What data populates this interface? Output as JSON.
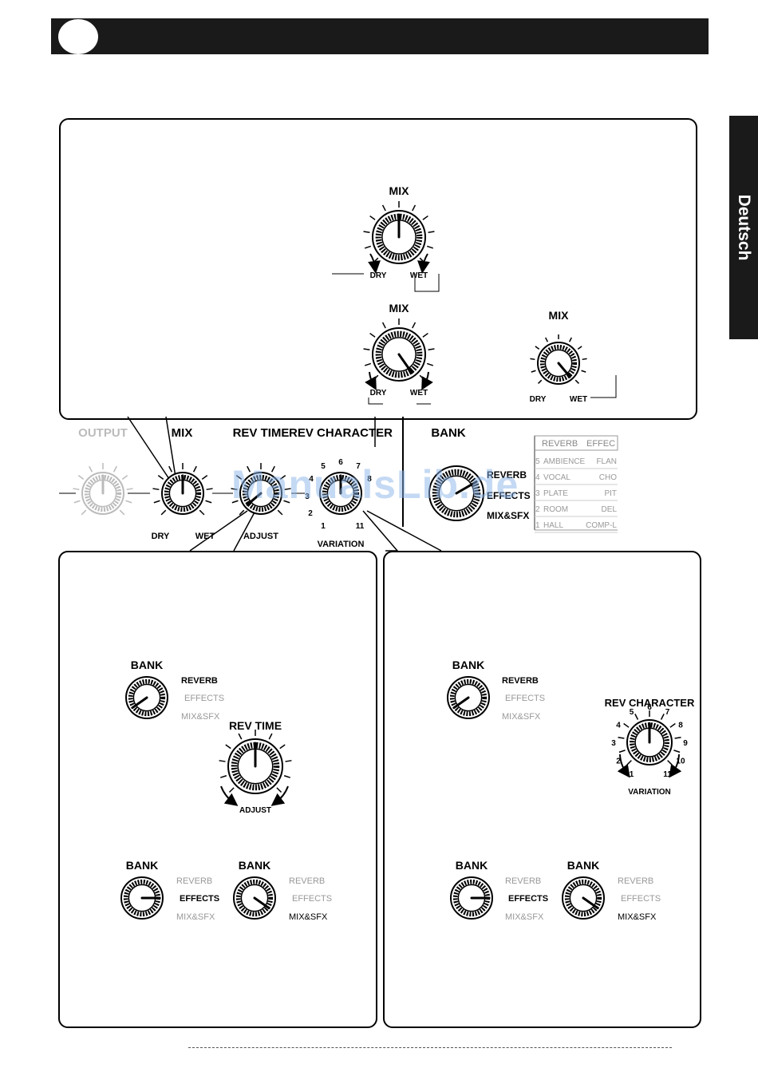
{
  "side_tab": {
    "label": "Deutsch"
  },
  "watermark": "ManualsLib.de",
  "top_box": {
    "knob1": {
      "title": "MIX",
      "left": "DRY",
      "right": "WET"
    },
    "knob2": {
      "title": "MIX",
      "left": "DRY",
      "right": "WET"
    },
    "knob3": {
      "title": "MIX",
      "left": "DRY",
      "right": "WET"
    }
  },
  "panel": {
    "output": "OUTPUT",
    "mix": "MIX",
    "mix_dry": "DRY",
    "mix_wet": "WET",
    "rev_time": "REV TIME",
    "adjust": "ADJUST",
    "rev_character": "REV CHARACTER",
    "variation": "VARIATION",
    "scale": [
      "1",
      "2",
      "3",
      "4",
      "5",
      "6",
      "7",
      "8",
      "11"
    ],
    "bank": "BANK",
    "bank_options": [
      "REVERB",
      "EFFECTS",
      "MIX&SFX"
    ],
    "table_header": [
      "REVERB",
      "EFFEC"
    ],
    "table_rows": [
      [
        "5",
        "AMBIENCE",
        "FLAN"
      ],
      [
        "4",
        "VOCAL",
        "CHO"
      ],
      [
        "3",
        "PLATE",
        "PIT"
      ],
      [
        "2",
        "ROOM",
        "DEL"
      ],
      [
        "1",
        "HALL",
        "COMP-L"
      ]
    ]
  },
  "left_box": {
    "bank1": {
      "title": "BANK",
      "options": [
        "REVERB",
        "EFFECTS",
        "MIX&SFX"
      ]
    },
    "revtime": {
      "title": "REV TIME",
      "sub": "ADJUST"
    },
    "bank2": {
      "title": "BANK",
      "options": [
        "REVERB",
        "EFFECTS",
        "MIX&SFX"
      ]
    },
    "bank3": {
      "title": "BANK",
      "options": [
        "REVERB",
        "EFFECTS",
        "MIX&SFX"
      ]
    }
  },
  "right_box": {
    "bank1": {
      "title": "BANK",
      "options": [
        "REVERB",
        "EFFECTS",
        "MIX&SFX"
      ]
    },
    "revchar": {
      "title": "REV CHARACTER",
      "sub": "VARIATION",
      "scale": [
        "1",
        "2",
        "3",
        "4",
        "5",
        "6",
        "7",
        "8",
        "9",
        "10",
        "11"
      ]
    },
    "bank2": {
      "title": "BANK",
      "options": [
        "REVERB",
        "EFFECTS",
        "MIX&SFX"
      ]
    },
    "bank3": {
      "title": "BANK",
      "options": [
        "REVERB",
        "EFFECTS",
        "MIX&SFX"
      ]
    }
  }
}
